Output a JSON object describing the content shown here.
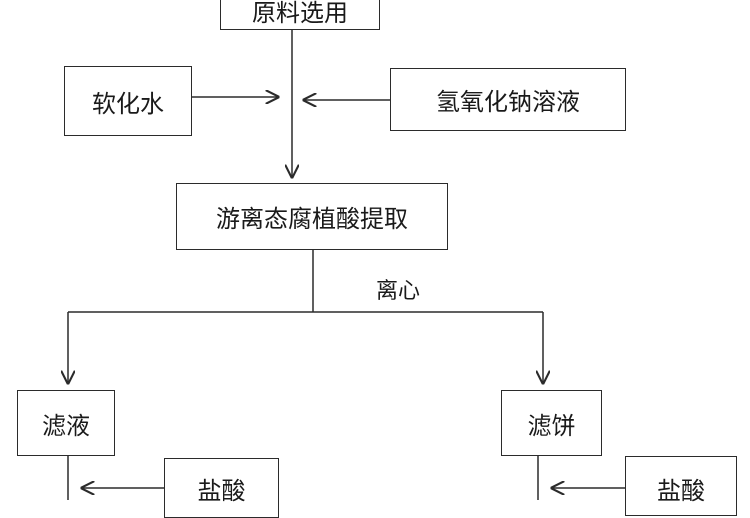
{
  "nodes": {
    "raw_material": "原料选用",
    "softened_water": "软化水",
    "sodium_hydroxide_solution": "氢氧化钠溶液",
    "extraction": "游离态腐植酸提取",
    "filtrate": "滤液",
    "filter_cake": "滤饼",
    "hydrochloric_acid_left": "盐酸",
    "hydrochloric_acid_right": "盐酸"
  },
  "edge_labels": {
    "centrifuge": "离心"
  }
}
